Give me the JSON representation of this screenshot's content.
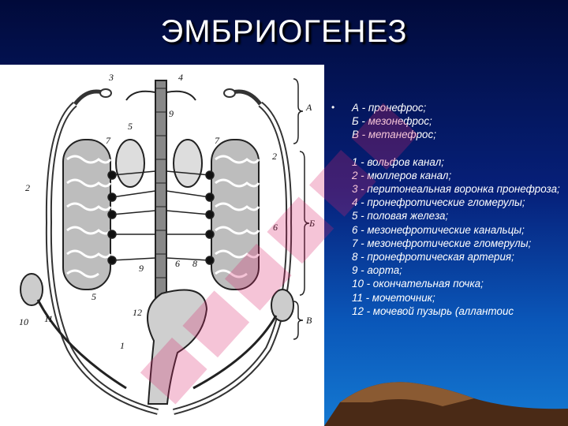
{
  "slide": {
    "title": "ЭМБРИОГЕНЕЗ"
  },
  "figure": {
    "labels": {
      "a": "А",
      "b": "Б",
      "v": "В",
      "n1": "1",
      "n2a": "2",
      "n2b": "2",
      "n3": "3",
      "n4": "4",
      "n5a": "5",
      "n5b": "5",
      "n6a": "6",
      "n6b": "6",
      "n7a": "7",
      "n7b": "7",
      "n8": "8",
      "n9a": "9",
      "n9b": "9",
      "n10": "10",
      "n11": "11",
      "n12": "12"
    }
  },
  "legend": {
    "lines": [
      "А - пронефрос;",
      "Б - мезонефрос;",
      "В - метанефрос;",
      "",
      "1 - вольфов канал;",
      "2 - мюллеров канал;",
      "3 - перитонеальная воронка пронефроза;",
      "4 - пронефротические гломерулы;",
      "5 - половая железа;",
      "6 - мезонефротические канальцы;",
      "7 - мезонефротические гломерулы;",
      "8 - пронефротическая артерия;",
      "9 - аорта;",
      "10 - окончательная почка;",
      "11 - мочеточник;",
      "12 - мочевой пузырь (аллантоис"
    ]
  },
  "colors": {
    "bg_top": "#010a3a",
    "bg_bottom": "#1479d2",
    "text": "#ffffff",
    "watermark": "#d9246a"
  }
}
